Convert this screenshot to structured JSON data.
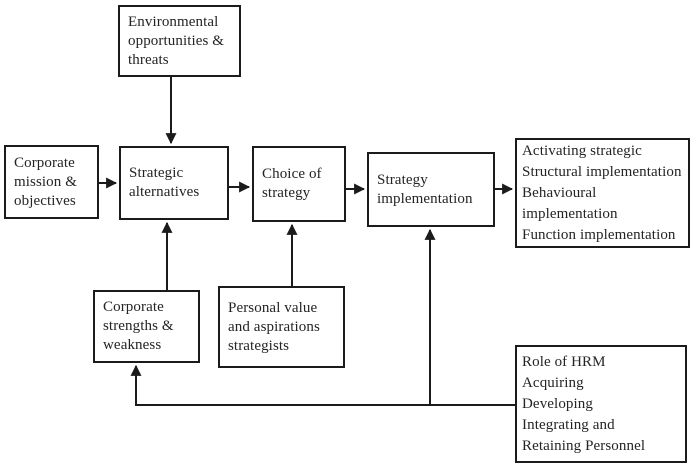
{
  "diagram": {
    "type": "flowchart",
    "colors": {
      "background": "#ffffff",
      "box_background": "#ffffff",
      "line": "#1b1b1b",
      "text": "#242424"
    },
    "nodes": {
      "environmental_opportunities_threats": {
        "label": "Environmental opportunities & threats",
        "lines": [
          "Environmental",
          "opportunities &",
          "threats"
        ]
      },
      "corporate_mission_objectives": {
        "label": "Corporate mission & objectives",
        "lines": [
          "Corporate",
          "mission &",
          "objectives"
        ]
      },
      "strategic_alternatives": {
        "label": "Strategic alternatives",
        "lines": [
          "Strategic",
          "alternatives"
        ]
      },
      "choice_of_strategy": {
        "label": "Choice of strategy",
        "lines": [
          "Choice of",
          "strategy"
        ]
      },
      "strategy_implementation": {
        "label": "Strategy implementation",
        "lines": [
          "Strategy",
          "implementation"
        ]
      },
      "implementation_outputs": {
        "label": "Activating strategic; Structural implementation; Behavioural implementation; Function implementation",
        "lines": [
          "Activating strategic",
          "Structural implementation",
          "Behavioural",
          "implementation",
          "Function implementation"
        ]
      },
      "corporate_strengths_weakness": {
        "label": "Corporate strengths & weakness",
        "lines": [
          "Corporate",
          "strengths &",
          "weakness"
        ]
      },
      "personal_value_aspirations": {
        "label": "Personal value and aspirations strategists",
        "lines": [
          "Personal value",
          "and aspirations",
          "strategists"
        ]
      },
      "role_of_hrm": {
        "label": "Role of HRM: Acquiring, Developing, Integrating and Retaining Personnel",
        "lines": [
          "Role of HRM",
          "Acquiring",
          "Developing",
          "Integrating and",
          "Retaining Personnel"
        ]
      }
    },
    "edges": [
      {
        "from": "environmental_opportunities_threats",
        "to": "strategic_alternatives"
      },
      {
        "from": "corporate_mission_objectives",
        "to": "strategic_alternatives"
      },
      {
        "from": "strategic_alternatives",
        "to": "choice_of_strategy"
      },
      {
        "from": "choice_of_strategy",
        "to": "strategy_implementation"
      },
      {
        "from": "strategy_implementation",
        "to": "implementation_outputs"
      },
      {
        "from": "corporate_strengths_weakness",
        "to": "strategic_alternatives"
      },
      {
        "from": "personal_value_aspirations",
        "to": "choice_of_strategy"
      },
      {
        "from": "role_of_hrm",
        "to": "corporate_strengths_weakness"
      },
      {
        "from": "role_of_hrm",
        "to": "strategy_implementation"
      }
    ]
  }
}
